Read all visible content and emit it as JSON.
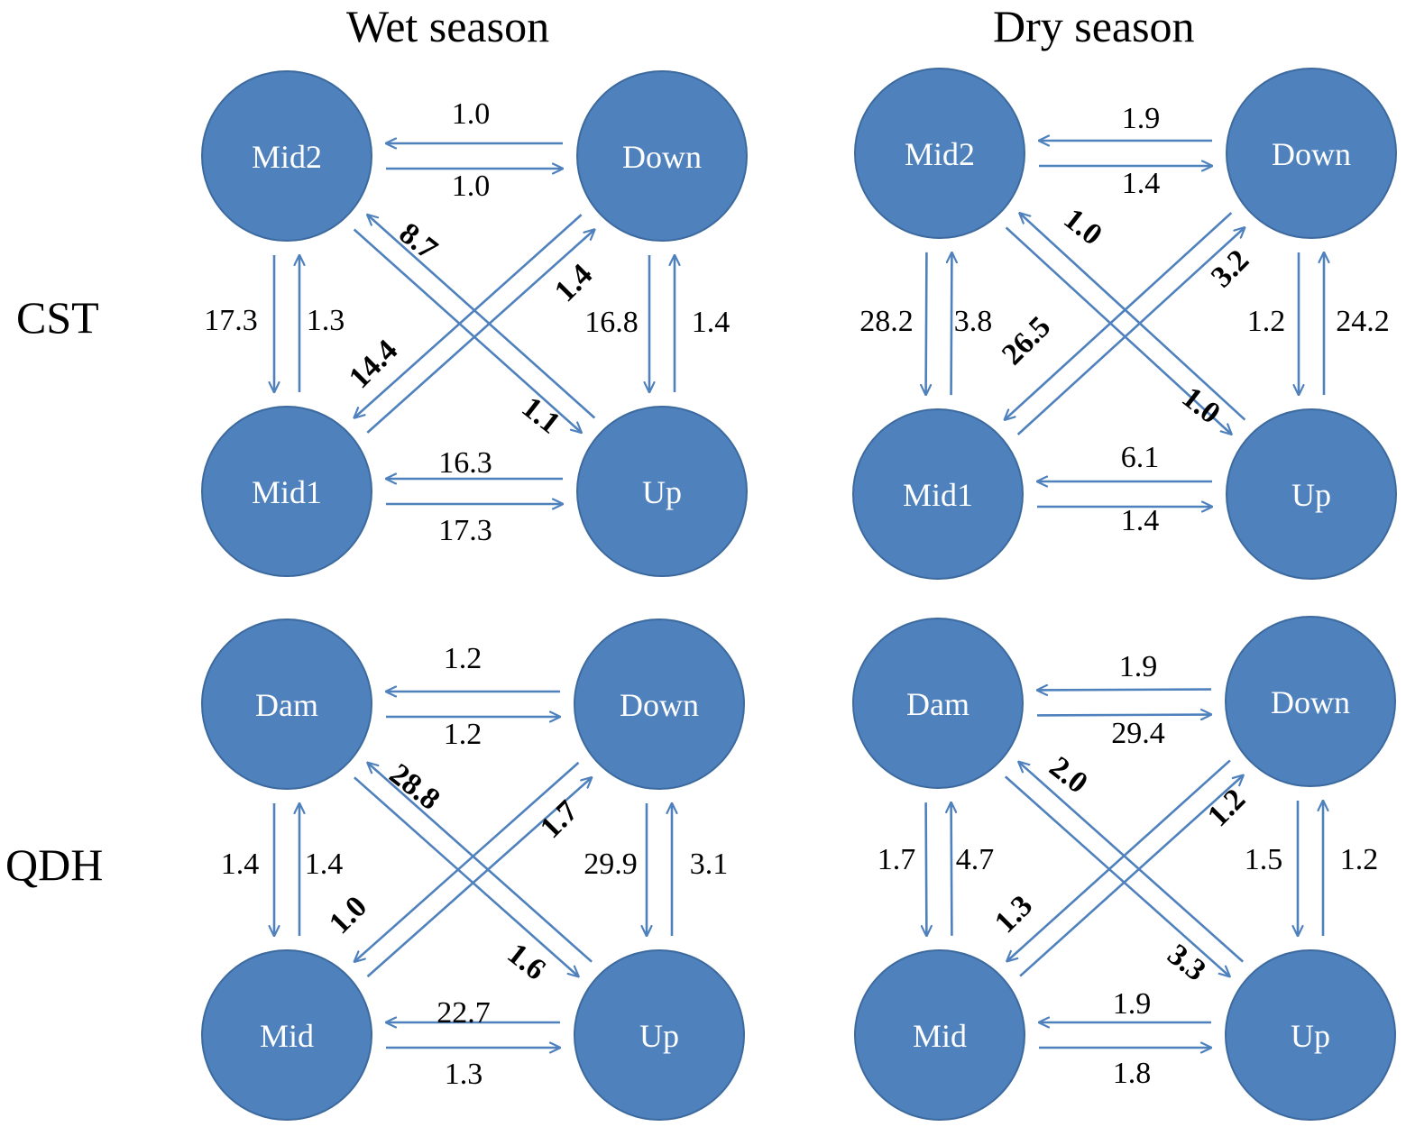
{
  "titles": {
    "wet": "Wet season",
    "dry": "Dry season"
  },
  "row_labels": {
    "cst": "CST",
    "qdh": "QDH"
  },
  "colors": {
    "node_fill": "#4f81bd",
    "node_stroke": "#3d6a9e",
    "arrow": "#4f81bd",
    "node_text": "#ffffff",
    "label_text": "#000000"
  },
  "panels": [
    {
      "id": "cst-wet",
      "nodes": {
        "tl": "Mid2",
        "tr": "Down",
        "bl": "Mid1",
        "br": "Up"
      },
      "flows": {
        "tl_tr": "1.0",
        "tr_tl": "1.0",
        "tl_bl": "17.3",
        "bl_tl": "1.3",
        "tr_br": "16.8",
        "br_tr": "1.4",
        "bl_br": "16.3",
        "br_bl": "17.3",
        "tl_br": "8.7",
        "br_tl": "1.1",
        "tr_bl": "14.4",
        "bl_tr": "1.4"
      }
    },
    {
      "id": "cst-dry",
      "nodes": {
        "tl": "Mid2",
        "tr": "Down",
        "bl": "Mid1",
        "br": "Up"
      },
      "flows": {
        "tl_tr": "1.9",
        "tr_tl": "1.4",
        "tl_bl": "28.2",
        "bl_tl": "3.8",
        "tr_br": "1.2",
        "br_tr": "24.2",
        "bl_br": "6.1",
        "br_bl": "1.4",
        "tl_br": "1.0",
        "br_tl": "1.0",
        "tr_bl": "26.5",
        "bl_tr": "3.2"
      }
    },
    {
      "id": "qdh-wet",
      "nodes": {
        "tl": "Dam",
        "tr": "Down",
        "bl": "Mid",
        "br": "Up"
      },
      "flows": {
        "tl_tr": "1.2",
        "tr_tl": "1.2",
        "tl_bl": "1.4",
        "bl_tl": "1.4",
        "tr_br": "29.9",
        "br_tr": "3.1",
        "bl_br": "22.7",
        "br_bl": "1.3",
        "tl_br": "28.8",
        "br_tl": "1.6",
        "tr_bl": "1.0",
        "bl_tr": "1.7"
      }
    },
    {
      "id": "qdh-dry",
      "nodes": {
        "tl": "Dam",
        "tr": "Down",
        "bl": "Mid",
        "br": "Up"
      },
      "flows": {
        "tl_tr": "1.9",
        "tr_tl": "29.4",
        "tl_bl": "1.7",
        "bl_tl": "4.7",
        "tr_br": "1.5",
        "br_tr": "1.2",
        "bl_br": "1.9",
        "br_bl": "1.8",
        "tl_br": "2.0",
        "br_tl": "3.3",
        "tr_bl": "1.3",
        "bl_tr": "1.2"
      }
    }
  ]
}
